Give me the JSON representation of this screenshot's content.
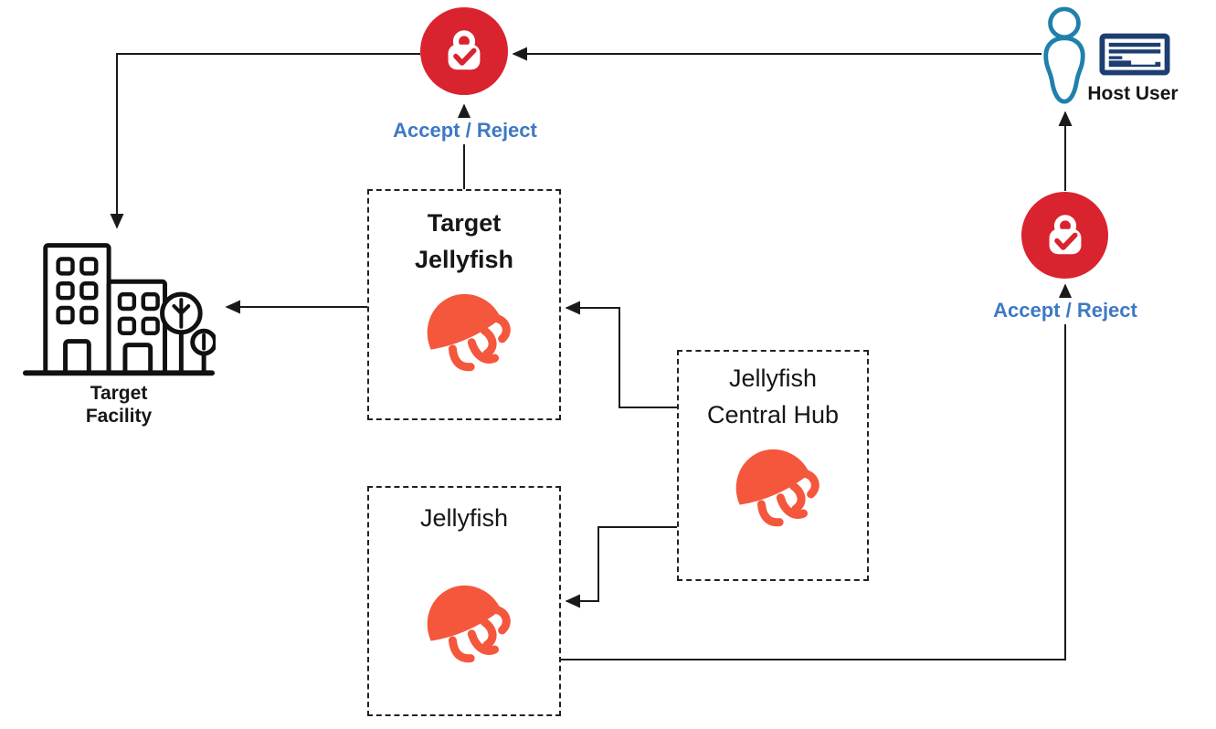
{
  "colors": {
    "jellyfish": "#F4573C",
    "lock_red": "#D9232E",
    "accept_blue": "#3D79C4",
    "person_blue": "#1F80AC",
    "card_navy": "#1E3E71",
    "line": "#1a1a1a"
  },
  "nodes": {
    "target_facility": {
      "label": "Target\nFacility"
    },
    "target_jellyfish": {
      "title": "Target\nJellyfish"
    },
    "jellyfish_central_hub": {
      "title": "Jellyfish\nCentral Hub"
    },
    "jellyfish": {
      "title": "Jellyfish"
    },
    "host_user": {
      "label": "Host User"
    }
  },
  "decisions": {
    "top": "Accept / Reject",
    "right": "Accept / Reject"
  },
  "icons": {
    "lock_top": "lock-check-icon",
    "lock_right": "lock-check-icon",
    "facility": "building-icon",
    "host_person": "person-icon",
    "host_card": "bank-card-icon",
    "jellyfish_nodes": "jellyfish-icon"
  }
}
